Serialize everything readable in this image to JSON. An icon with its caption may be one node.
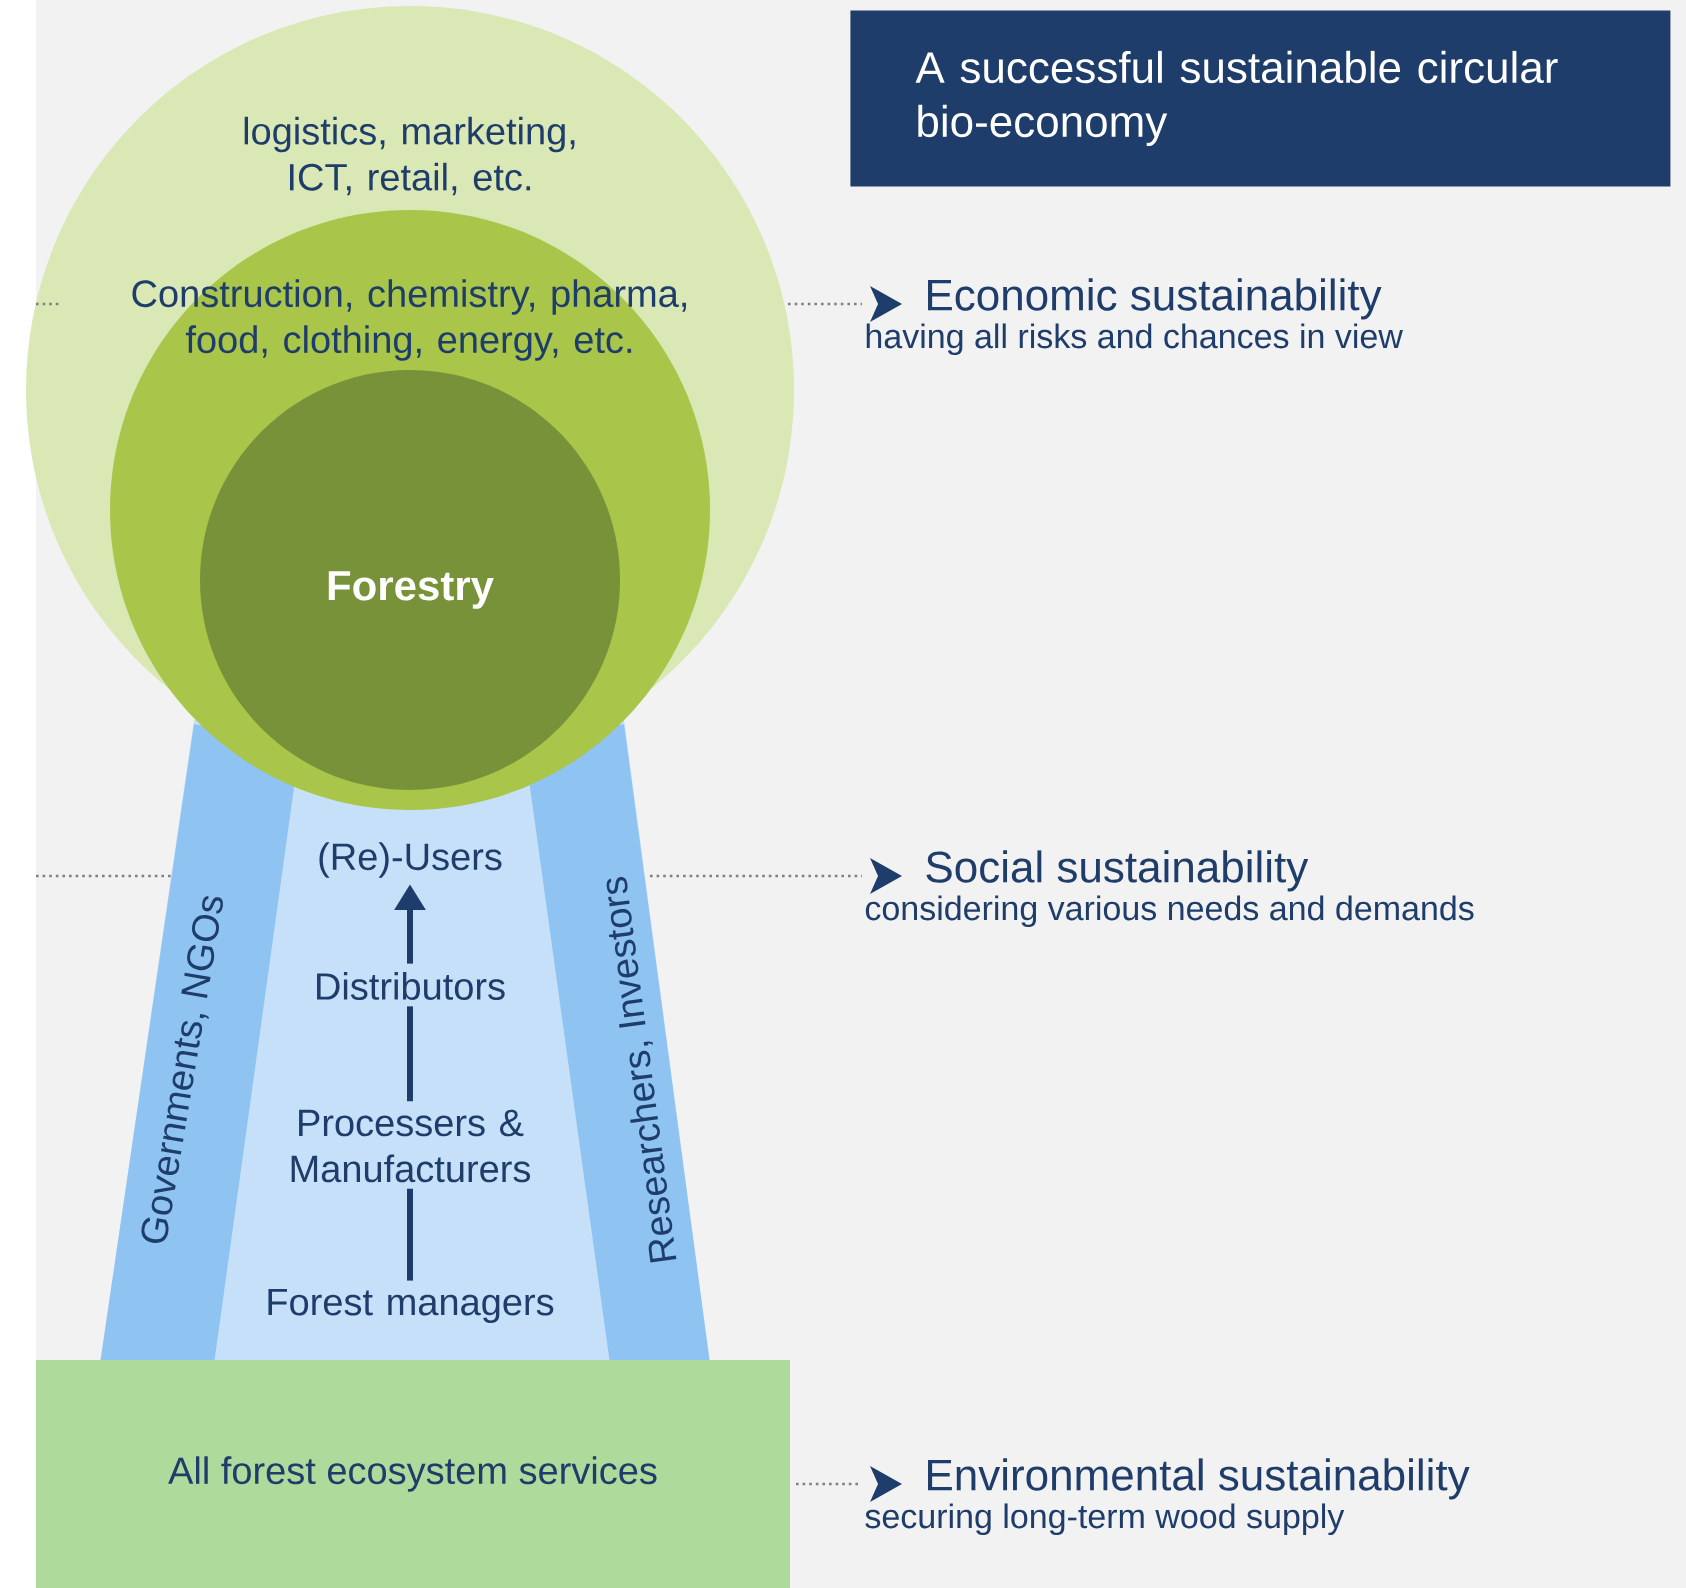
{
  "diagram": {
    "title": "A successful sustainable circular bio-economy",
    "nodes": [
      {
        "text": [
          "logistics, marketing, ICT, retail, etc."
        ]
      },
      {
        "text": [
          "Construction, chemistry, pharma, food, clothing, energy, etc."
        ],
        "in": 0
      },
      {
        "text": [
          "Forestry"
        ],
        "in": 1
      },
      {
        "text": [
          "Governments, NGOs"
        ]
      },
      {
        "text": [
          "Researchers, Investors"
        ]
      },
      {
        "text": [
          "Forest managers"
        ]
      },
      {
        "text": [
          "Processers & Manufacturers"
        ]
      },
      {
        "text": [
          "Distributors"
        ]
      },
      {
        "text": [
          "(Re)-Users"
        ]
      },
      {
        "text": [
          "All forest ecosystem services"
        ]
      },
      {
        "text": [
          "Economic sustainability",
          "having all risks and chances in view"
        ]
      },
      {
        "text": [
          "Social sustainability",
          "considering various needs and demands"
        ]
      },
      {
        "text": [
          "Environmental sustainability",
          "securing long-term wood supply"
        ]
      }
    ],
    "edges": [
      {
        "from": 0,
        "to": 10,
        "arrow": "none",
        "style": "dashed"
      },
      {
        "from": 4,
        "to": 11,
        "arrow": "none",
        "style": "dashed"
      },
      {
        "from": 9,
        "to": 12,
        "arrow": "none",
        "style": "dashed"
      },
      {
        "from": 5,
        "to": 6,
        "arrow": "none",
        "style": "thick",
        "color": "#1f3d6b"
      },
      {
        "from": 6,
        "to": 7,
        "arrow": "none",
        "style": "thick",
        "color": "#1f3d6b"
      },
      {
        "from": 7,
        "to": 8,
        "arrow": "to",
        "style": "thick",
        "color": "#1f3d6b"
      }
    ]
  }
}
